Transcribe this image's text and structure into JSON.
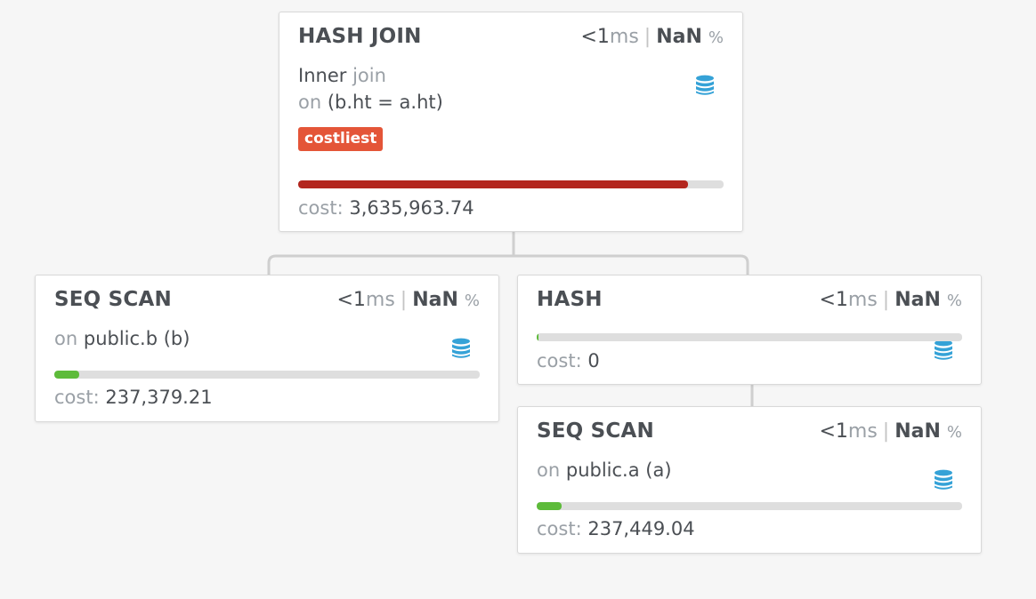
{
  "colors": {
    "background": "#f6f6f6",
    "bar_track": "#dedede",
    "bar_costliest": "#b3261e",
    "bar_normal": "#5dbb3a",
    "badge_costliest": "#e45538",
    "db_icon": "#35a2d7"
  },
  "nodes": {
    "hash_join": {
      "title": "HASH JOIN",
      "time_lt": "<1",
      "time_unit": "ms",
      "percent": "NaN",
      "percent_symbol": "%",
      "join_type": "Inner",
      "join_word": "join",
      "on_word": "on",
      "condition": "(b.ht = a.ht)",
      "badge": "costliest",
      "icon": "database-icon",
      "cost_label": "cost:",
      "cost_value": "3,635,963.74",
      "cost_fraction": 0.917
    },
    "seq_scan_b": {
      "title": "SEQ SCAN",
      "time_lt": "<1",
      "time_unit": "ms",
      "percent": "NaN",
      "percent_symbol": "%",
      "on_word": "on",
      "relation": "public.b (b)",
      "icon": "database-icon",
      "cost_label": "cost:",
      "cost_value": "237,379.21",
      "cost_fraction": 0.058
    },
    "hash": {
      "title": "HASH",
      "time_lt": "<1",
      "time_unit": "ms",
      "percent": "NaN",
      "percent_symbol": "%",
      "icon": "database-icon",
      "cost_label": "cost:",
      "cost_value": "0",
      "cost_fraction": 0.004
    },
    "seq_scan_a": {
      "title": "SEQ SCAN",
      "time_lt": "<1",
      "time_unit": "ms",
      "percent": "NaN",
      "percent_symbol": "%",
      "on_word": "on",
      "relation": "public.a (a)",
      "icon": "database-icon",
      "cost_label": "cost:",
      "cost_value": "237,449.04",
      "cost_fraction": 0.058
    }
  }
}
